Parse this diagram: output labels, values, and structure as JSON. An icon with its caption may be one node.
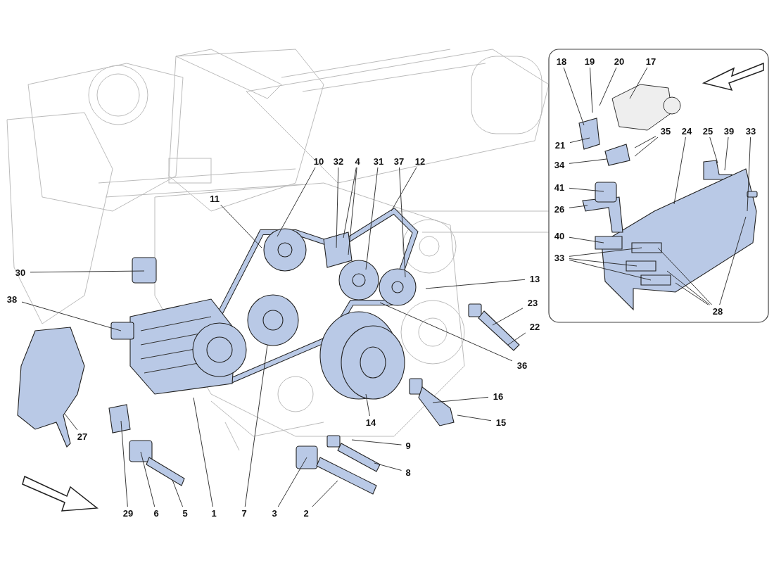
{
  "diagram": {
    "nodes": [
      {
        "text": [
          "18"
        ]
      },
      {
        "text": [
          "19"
        ]
      },
      {
        "text": [
          "20"
        ]
      },
      {
        "text": [
          "17"
        ]
      },
      {
        "text": [
          "21"
        ]
      },
      {
        "text": [
          "35"
        ]
      },
      {
        "text": [
          "24"
        ]
      },
      {
        "text": [
          "25"
        ]
      },
      {
        "text": [
          "39"
        ]
      },
      {
        "text": [
          "33"
        ]
      },
      {
        "text": [
          "34"
        ]
      },
      {
        "text": [
          "10"
        ]
      },
      {
        "text": [
          "32"
        ]
      },
      {
        "text": [
          "4"
        ]
      },
      {
        "text": [
          "31"
        ]
      },
      {
        "text": [
          "37"
        ]
      },
      {
        "text": [
          "12"
        ]
      },
      {
        "text": [
          "41"
        ]
      },
      {
        "text": [
          "11"
        ]
      },
      {
        "text": [
          "26"
        ]
      },
      {
        "text": [
          "40"
        ]
      },
      {
        "text": [
          "33"
        ]
      },
      {
        "text": [
          "30"
        ]
      },
      {
        "text": [
          "13"
        ]
      },
      {
        "text": [
          "38"
        ]
      },
      {
        "text": [
          "23"
        ]
      },
      {
        "text": [
          "28"
        ]
      },
      {
        "text": [
          "22"
        ]
      },
      {
        "text": [
          "36"
        ]
      },
      {
        "text": [
          "16"
        ]
      },
      {
        "text": [
          "15"
        ]
      },
      {
        "text": [
          "14"
        ]
      },
      {
        "text": [
          "27"
        ]
      },
      {
        "text": [
          "9"
        ]
      },
      {
        "text": [
          "8"
        ]
      },
      {
        "text": [
          "29"
        ]
      },
      {
        "text": [
          "6"
        ]
      },
      {
        "text": [
          "5"
        ]
      },
      {
        "text": [
          "1"
        ]
      },
      {
        "text": [
          "7"
        ]
      },
      {
        "text": [
          "3"
        ]
      },
      {
        "text": [
          "2"
        ]
      }
    ],
    "edges": [
      {
        "from": 0,
        "to": null,
        "arrow": "none"
      },
      {
        "from": 1,
        "to": null,
        "arrow": "none"
      },
      {
        "from": 2,
        "to": null,
        "arrow": "none"
      },
      {
        "from": 3,
        "to": null,
        "arrow": "none"
      },
      {
        "from": 4,
        "to": null,
        "arrow": "none"
      },
      {
        "from": 5,
        "to": null,
        "arrow": "none"
      },
      {
        "from": 5,
        "to": null,
        "arrow": "none"
      },
      {
        "from": 6,
        "to": null,
        "arrow": "none"
      },
      {
        "from": 7,
        "to": null,
        "arrow": "none"
      },
      {
        "from": 8,
        "to": null,
        "arrow": "none"
      },
      {
        "from": 9,
        "to": null,
        "arrow": "none"
      },
      {
        "from": 10,
        "to": null,
        "arrow": "none"
      },
      {
        "from": 11,
        "to": null,
        "arrow": "none"
      },
      {
        "from": 12,
        "to": null,
        "arrow": "none"
      },
      {
        "from": 13,
        "to": null,
        "arrow": "none"
      },
      {
        "from": 13,
        "to": null,
        "arrow": "none"
      },
      {
        "from": 14,
        "to": null,
        "arrow": "none"
      },
      {
        "from": 15,
        "to": null,
        "arrow": "none"
      },
      {
        "from": 16,
        "to": null,
        "arrow": "none"
      },
      {
        "from": 17,
        "to": null,
        "arrow": "none"
      },
      {
        "from": 18,
        "to": null,
        "arrow": "none"
      },
      {
        "from": 19,
        "to": null,
        "arrow": "none"
      },
      {
        "from": 20,
        "to": null,
        "arrow": "none"
      },
      {
        "from": 21,
        "to": null,
        "arrow": "none"
      },
      {
        "from": 21,
        "to": null,
        "arrow": "none"
      },
      {
        "from": 21,
        "to": null,
        "arrow": "none"
      },
      {
        "from": 22,
        "to": null,
        "arrow": "none"
      },
      {
        "from": 23,
        "to": null,
        "arrow": "none"
      },
      {
        "from": 24,
        "to": null,
        "arrow": "none"
      },
      {
        "from": 25,
        "to": null,
        "arrow": "none"
      },
      {
        "from": 26,
        "to": null,
        "arrow": "none"
      },
      {
        "from": 26,
        "to": null,
        "arrow": "none"
      },
      {
        "from": 26,
        "to": null,
        "arrow": "none"
      },
      {
        "from": 26,
        "to": null,
        "arrow": "none"
      },
      {
        "from": 27,
        "to": null,
        "arrow": "none"
      },
      {
        "from": 28,
        "to": null,
        "arrow": "none"
      },
      {
        "from": 29,
        "to": null,
        "arrow": "none"
      },
      {
        "from": 30,
        "to": null,
        "arrow": "none"
      },
      {
        "from": 31,
        "to": null,
        "arrow": "none"
      },
      {
        "from": 32,
        "to": null,
        "arrow": "none"
      },
      {
        "from": 33,
        "to": null,
        "arrow": "none"
      },
      {
        "from": 34,
        "to": null,
        "arrow": "none"
      },
      {
        "from": 35,
        "to": null,
        "arrow": "none"
      },
      {
        "from": 36,
        "to": null,
        "arrow": "none"
      },
      {
        "from": 37,
        "to": null,
        "arrow": "none"
      },
      {
        "from": 38,
        "to": null,
        "arrow": "none"
      },
      {
        "from": 39,
        "to": null,
        "arrow": "none"
      },
      {
        "from": 40,
        "to": null,
        "arrow": "none"
      },
      {
        "from": 41,
        "to": null,
        "arrow": "none"
      }
    ]
  }
}
